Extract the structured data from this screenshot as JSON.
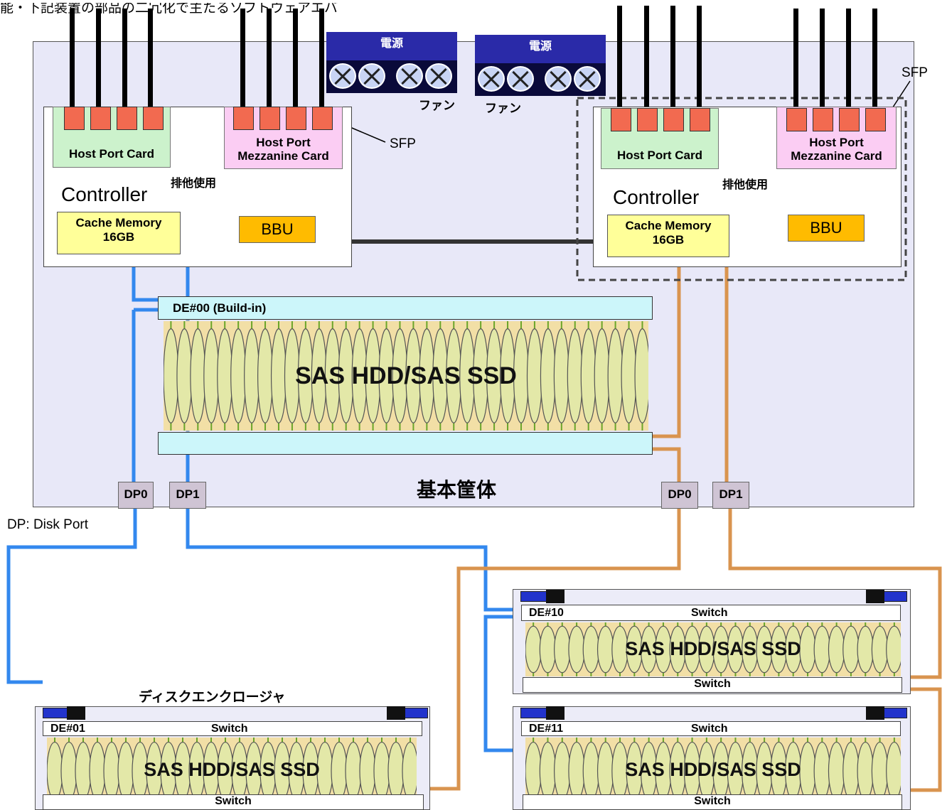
{
  "header_partial": "能・下記装置の部品の二冗化で主たるソフトウェアエバ",
  "base_enclosure": {
    "label": "基本筐体",
    "controllers": [
      {
        "host_port_card": "Host Port Card",
        "mezzanine_line1": "Host Port",
        "mezzanine_line2": "Mezzanine Card",
        "exclusive_use": "排他使用",
        "label": "Controller",
        "cache_line1": "Cache Memory",
        "cache_line2": "16GB",
        "bbu": "BBU"
      },
      {
        "host_port_card": "Host Port Card",
        "mezzanine_line1": "Host Port",
        "mezzanine_line2": "Mezzanine Card",
        "exclusive_use": "排他使用",
        "label": "Controller",
        "cache_line1": "Cache Memory",
        "cache_line2": "16GB",
        "bbu": "BBU"
      }
    ],
    "sfp_left": "SFP",
    "sfp_right": "SFP",
    "psus": [
      {
        "title": "電源",
        "fan": "ファン"
      },
      {
        "title": "電源",
        "fan": "ファン"
      }
    ],
    "de00_label": "DE#00 (Build-in)",
    "drive_label": "SAS HDD/SAS SSD",
    "disk_ports_left": [
      "DP0",
      "DP1"
    ],
    "disk_ports_right": [
      "DP0",
      "DP1"
    ]
  },
  "legend": {
    "dp_note": "DP: Disk Port"
  },
  "disk_enclosure_caption": "ディスクエンクロージャ",
  "enclosures": [
    {
      "id": "DE#01",
      "switch_top": "Switch",
      "switch_bottom": "Switch",
      "drives": "SAS HDD/SAS SSD"
    },
    {
      "id": "DE#10",
      "switch_top": "Switch",
      "switch_bottom": "Switch",
      "drives": "SAS HDD/SAS SSD"
    },
    {
      "id": "DE#11",
      "switch_top": "Switch",
      "switch_bottom": "Switch",
      "drives": "SAS HDD/SAS SSD"
    }
  ],
  "colors": {
    "cable_controller_0": "#3388ee",
    "cable_controller_1": "#d9944f",
    "controller_link": "#333333"
  }
}
